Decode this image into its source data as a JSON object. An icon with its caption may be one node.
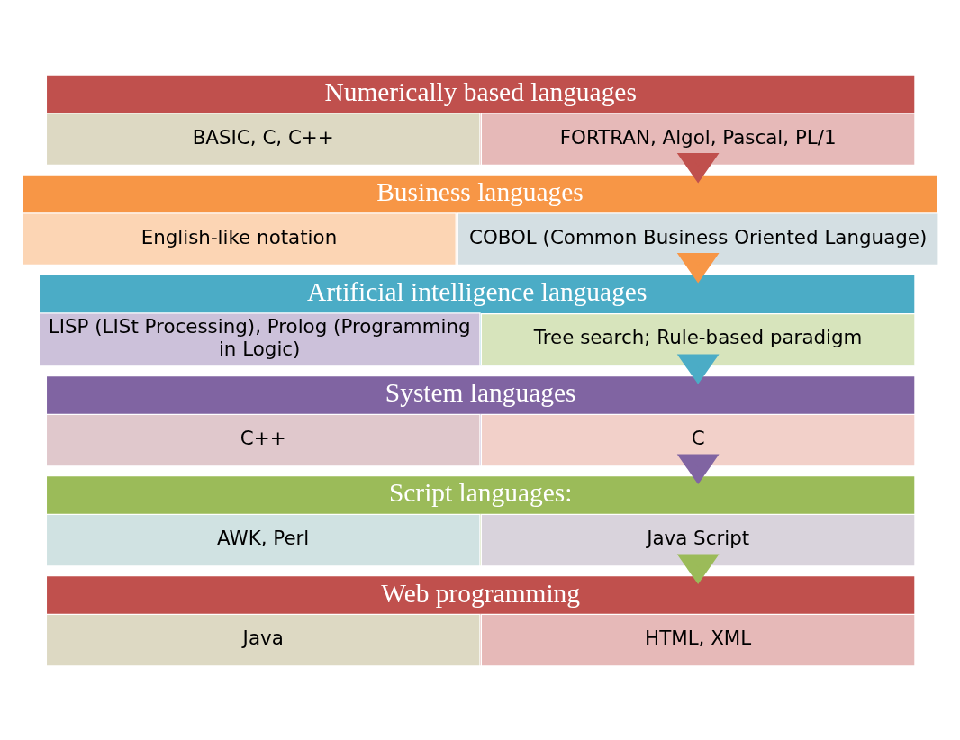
{
  "diagram": {
    "nodes": [
      {
        "text": [
          "Numerically based languages"
        ]
      },
      {
        "text": [
          "FORTRAN, Algol, Pascal, PL/1"
        ],
        "in": 0
      },
      {
        "text": [
          "BASIC, C, C++"
        ],
        "in": 0
      },
      {
        "text": [
          "Business languages"
        ]
      },
      {
        "text": [
          "COBOL (Common Business Oriented Language)"
        ],
        "in": 3
      },
      {
        "text": [
          "English-like notation"
        ],
        "in": 3
      },
      {
        "text": [
          "Artificial intelligence languages"
        ]
      },
      {
        "text": [
          "Tree search; Rule-based paradigm"
        ],
        "in": 6
      },
      {
        "text": [
          "LISP (LISt Processing), Prolog (Programming in Logic)"
        ],
        "in": 6
      },
      {
        "text": [
          "System languages"
        ]
      },
      {
        "text": [
          "C"
        ],
        "in": 9
      },
      {
        "text": [
          "C++"
        ],
        "in": 9
      },
      {
        "text": [
          "Script languages:"
        ]
      },
      {
        "text": [
          "Java Script"
        ],
        "in": 12
      },
      {
        "text": [
          "AWK, Perl"
        ],
        "in": 12
      },
      {
        "text": [
          "Web programming"
        ]
      },
      {
        "text": [
          "HTML, XML"
        ],
        "in": 15
      },
      {
        "text": [
          "Java"
        ],
        "in": 15
      }
    ],
    "edges": [
      {
        "from": 0,
        "to": 3,
        "arrow": "to",
        "style": "thick",
        "color": "#c0504d"
      },
      {
        "from": 3,
        "to": 6,
        "arrow": "to",
        "style": "thick",
        "color": "#f79646"
      },
      {
        "from": 6,
        "to": 9,
        "arrow": "to",
        "style": "thick",
        "color": "#4bacc6"
      },
      {
        "from": 9,
        "to": 12,
        "arrow": "to",
        "style": "thick",
        "color": "#8064a2"
      },
      {
        "from": 12,
        "to": 15,
        "arrow": "to",
        "style": "thick",
        "color": "#9bbb59"
      }
    ]
  }
}
